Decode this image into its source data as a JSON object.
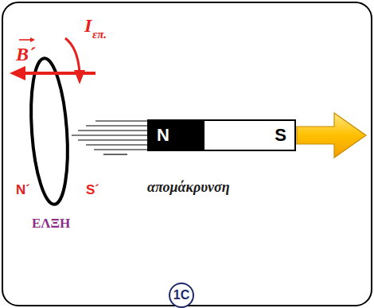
{
  "diagram": {
    "nodes": [
      {
        "text": [
          "N"
        ]
      },
      {
        "text": [
          "S"
        ]
      },
      {
        "text": [
          "1C"
        ]
      }
    ],
    "labels": [
      "B´",
      "I",
      "επ.",
      "N´",
      "S´",
      "απομάκρυνση",
      "ΕΛΞΗ"
    ]
  }
}
